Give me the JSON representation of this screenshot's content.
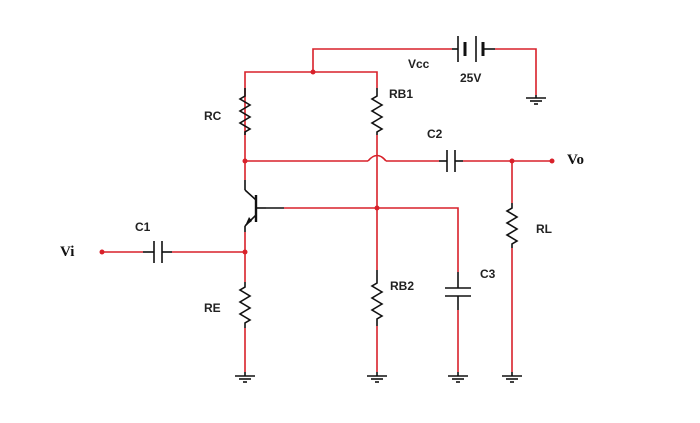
{
  "labels": {
    "vcc": "Vcc",
    "battery": "25V",
    "rc": "RC",
    "rb1": "RB1",
    "c2": "C2",
    "vo": "Vo",
    "c1": "C1",
    "vi": "Vi",
    "rl": "RL",
    "rb2": "RB2",
    "c3": "C3",
    "re": "RE"
  },
  "colors": {
    "wire": "#d8212a",
    "component": "#111111",
    "background": "#ffffff"
  }
}
